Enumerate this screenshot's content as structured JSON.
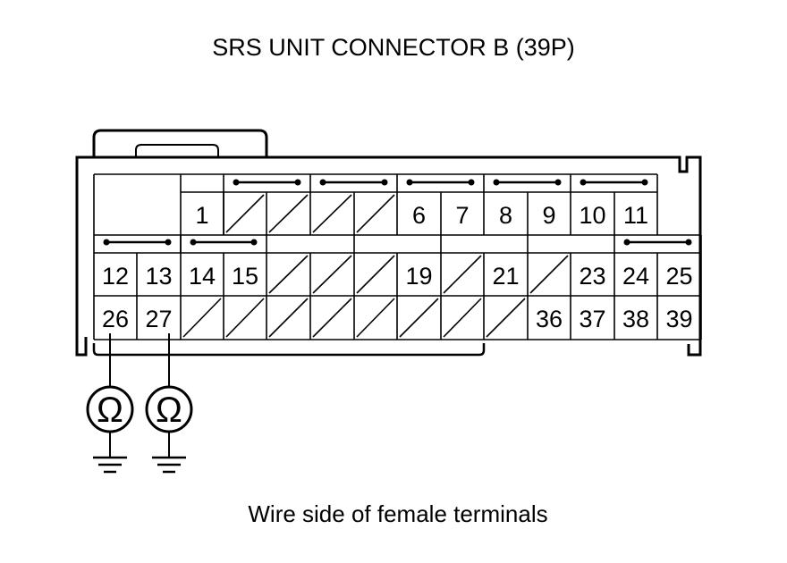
{
  "title": "SRS UNIT CONNECTOR B (39P)",
  "caption": "Wire side of female terminals",
  "row1_labels": [
    "1",
    "6",
    "7",
    "8",
    "9",
    "10",
    "11"
  ],
  "row2_labels": [
    "12",
    "13",
    "14",
    "15",
    "19",
    "21",
    "23",
    "24",
    "25"
  ],
  "row3_labels": [
    "26",
    "27",
    "36",
    "37",
    "38",
    "39"
  ],
  "meters": [
    {
      "terminal": "26",
      "symbol": "Ω",
      "icon": "ohmmeter-icon"
    },
    {
      "terminal": "27",
      "symbol": "Ω",
      "icon": "ohmmeter-icon"
    }
  ],
  "ground_icon": "ground-icon",
  "colors": {
    "line": "#000000",
    "background": "#ffffff"
  }
}
